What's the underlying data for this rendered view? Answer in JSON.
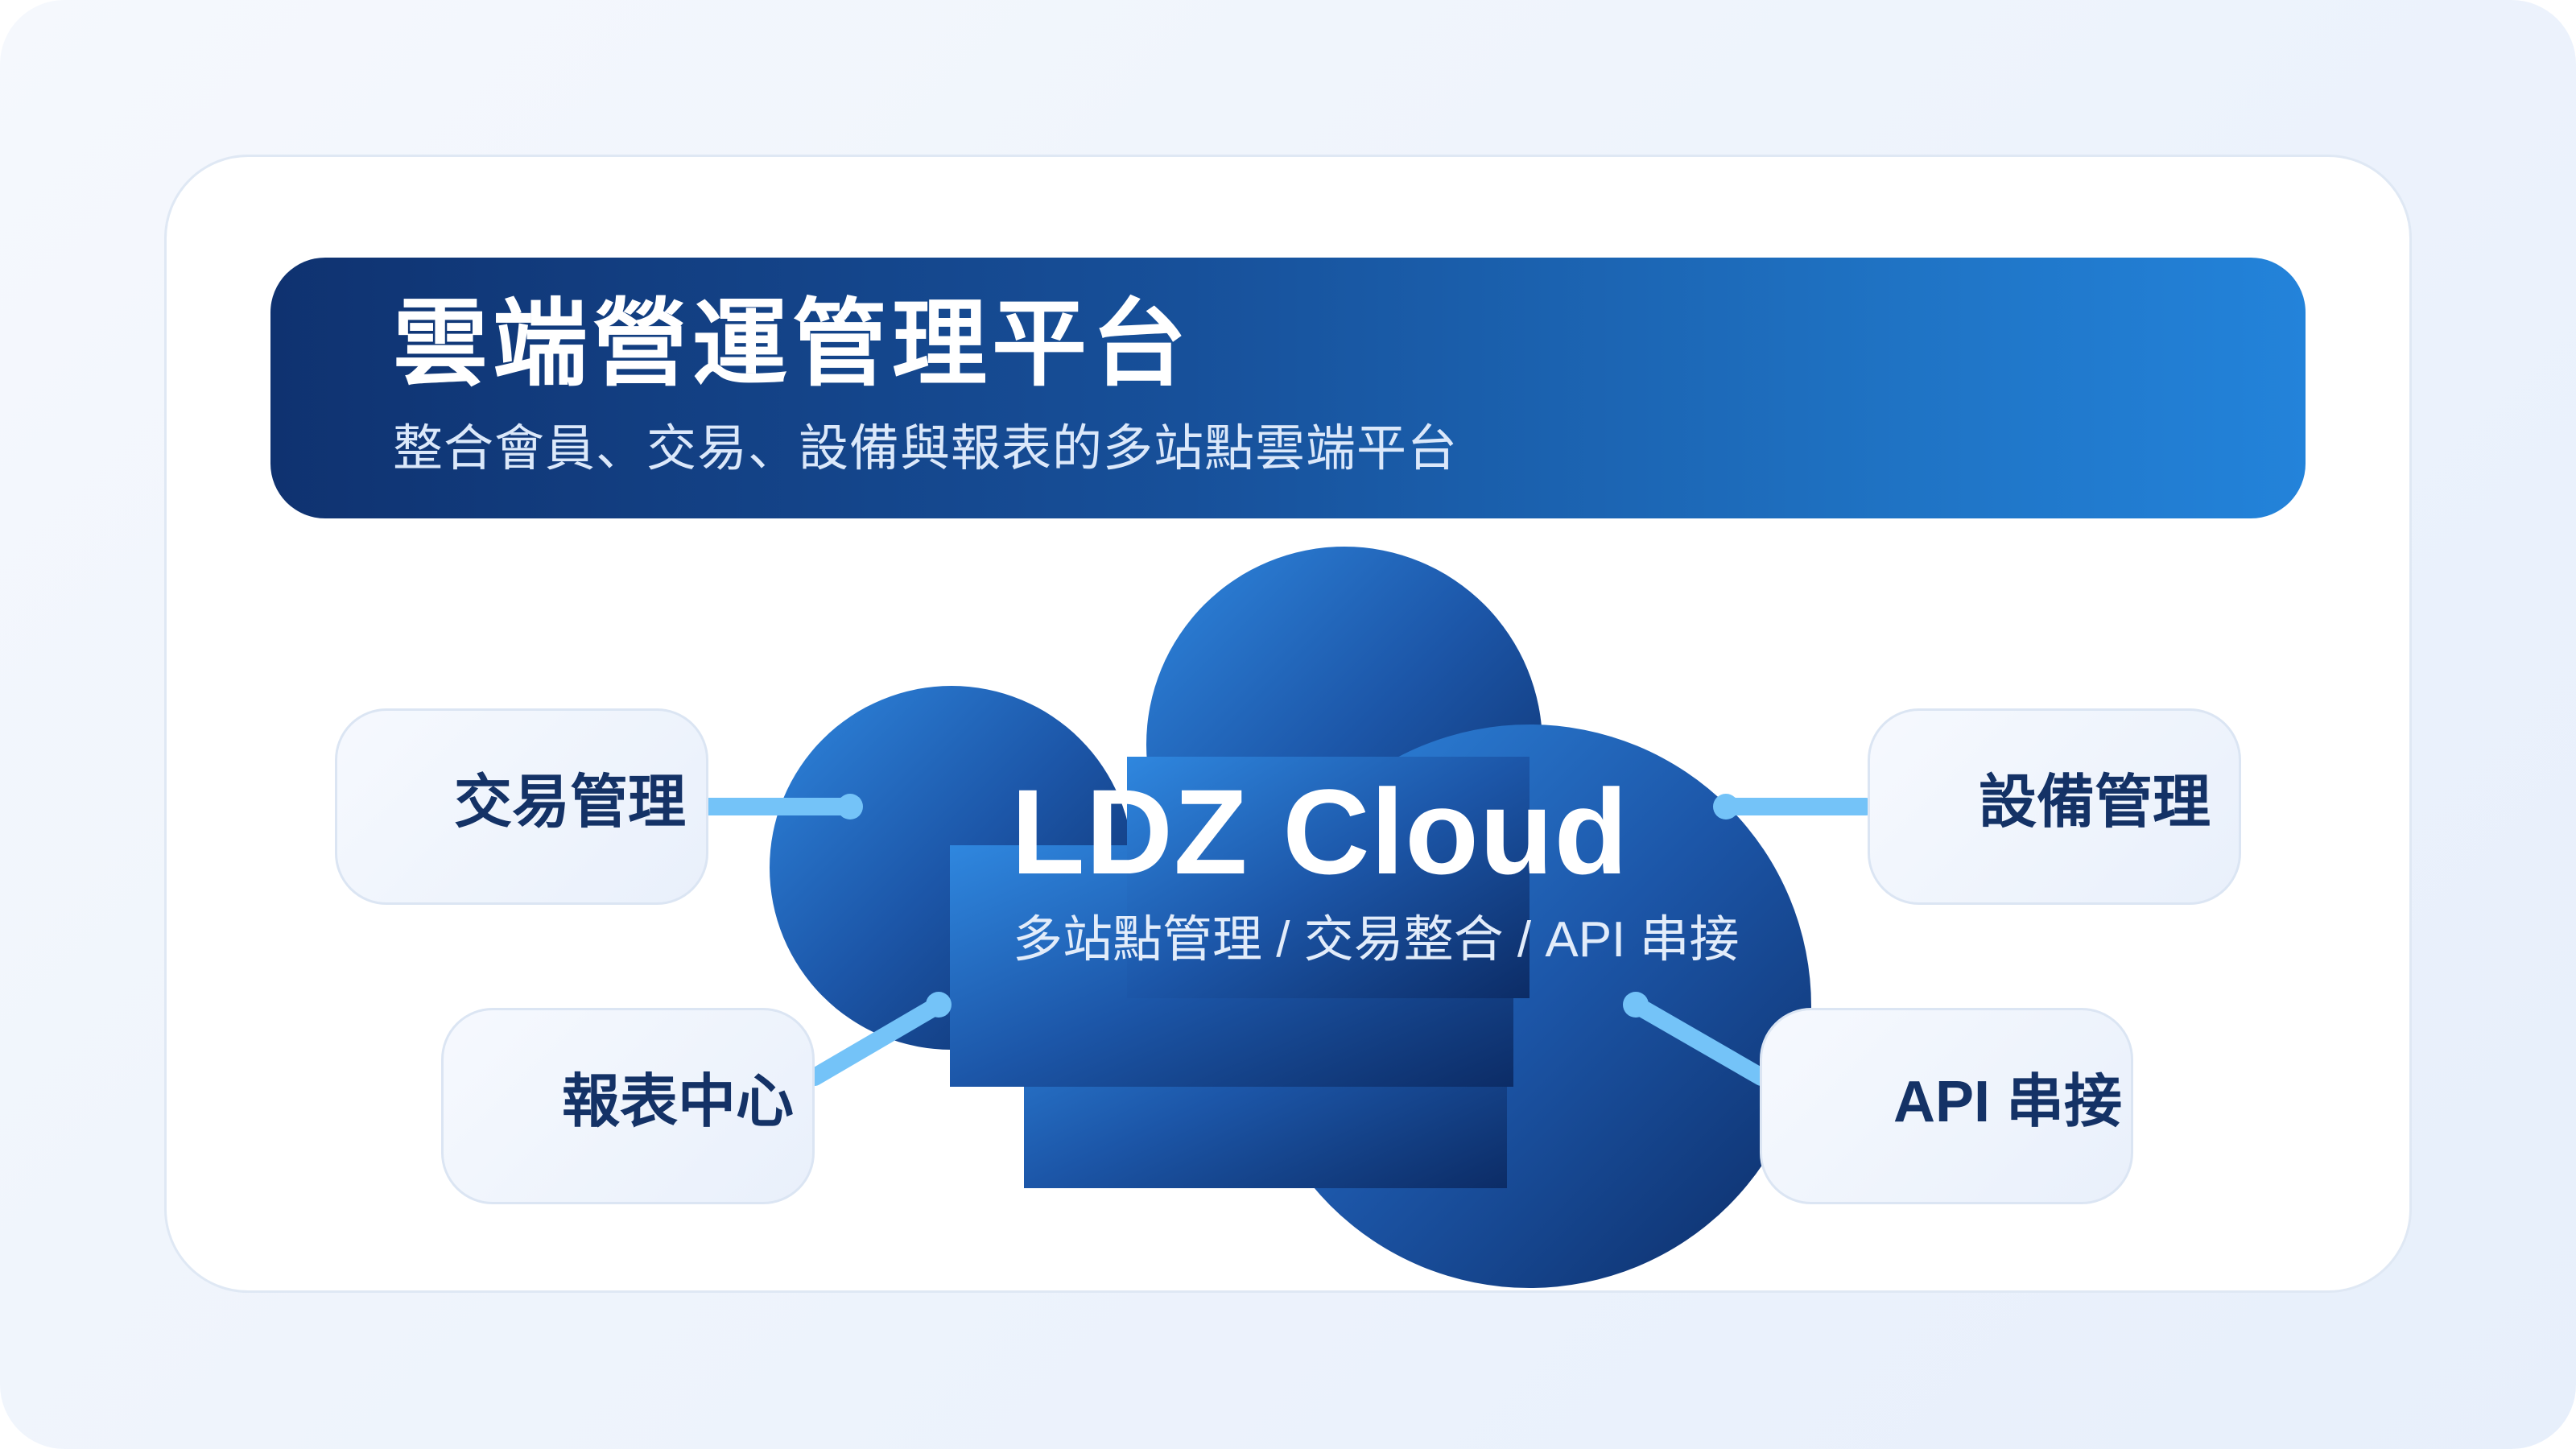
{
  "header": {
    "title": "雲端營運管理平台",
    "subtitle": "整合會員、交易、設備與報表的多站點雲端平台"
  },
  "cloud": {
    "title": "LDZ Cloud",
    "subtitle": "多站點管理 / 交易整合 / API 串接"
  },
  "modules": {
    "transaction": "交易管理",
    "reports": "報表中心",
    "devices": "設備管理",
    "api": "API 串接"
  },
  "colors": {
    "banner_start": "#0f3270",
    "banner_end": "#2383da",
    "cloud_light": "#2f87df",
    "cloud_dark": "#0c2c66",
    "connector": "#74c3f8",
    "label_text": "#143266"
  }
}
